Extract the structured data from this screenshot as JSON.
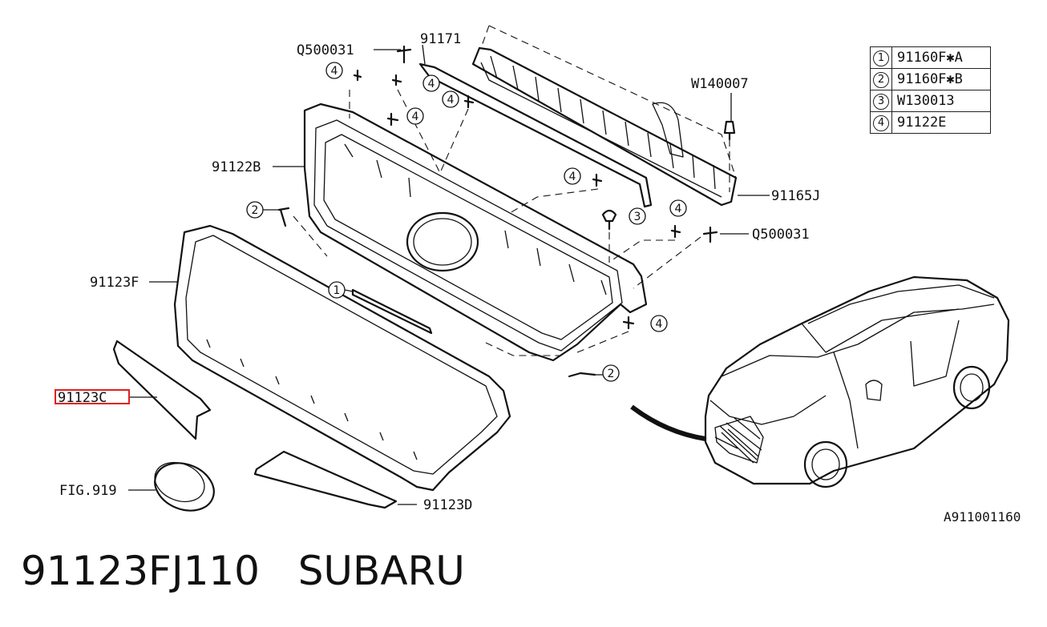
{
  "caption": {
    "part_number": "91123FJ110",
    "brand": "SUBARU"
  },
  "reference": "A911001160",
  "legend": [
    {
      "index": "1",
      "part": "91160F✱A"
    },
    {
      "index": "2",
      "part": "91160F✱B"
    },
    {
      "index": "3",
      "part": "W130013"
    },
    {
      "index": "4",
      "part": "91122E"
    }
  ],
  "labels": {
    "q500031_top": "Q500031",
    "p91171": "91171",
    "w140007": "W140007",
    "p91122b": "91122B",
    "p91165j": "91165J",
    "q500031_right": "Q500031",
    "p91123f": "91123F",
    "p91123c": "91123C",
    "fig919": "FIG.919",
    "p91123d": "91123D"
  },
  "callouts": {
    "four": "4",
    "two": "2",
    "three": "3",
    "one": "1"
  },
  "highlight_color": "#e02020"
}
